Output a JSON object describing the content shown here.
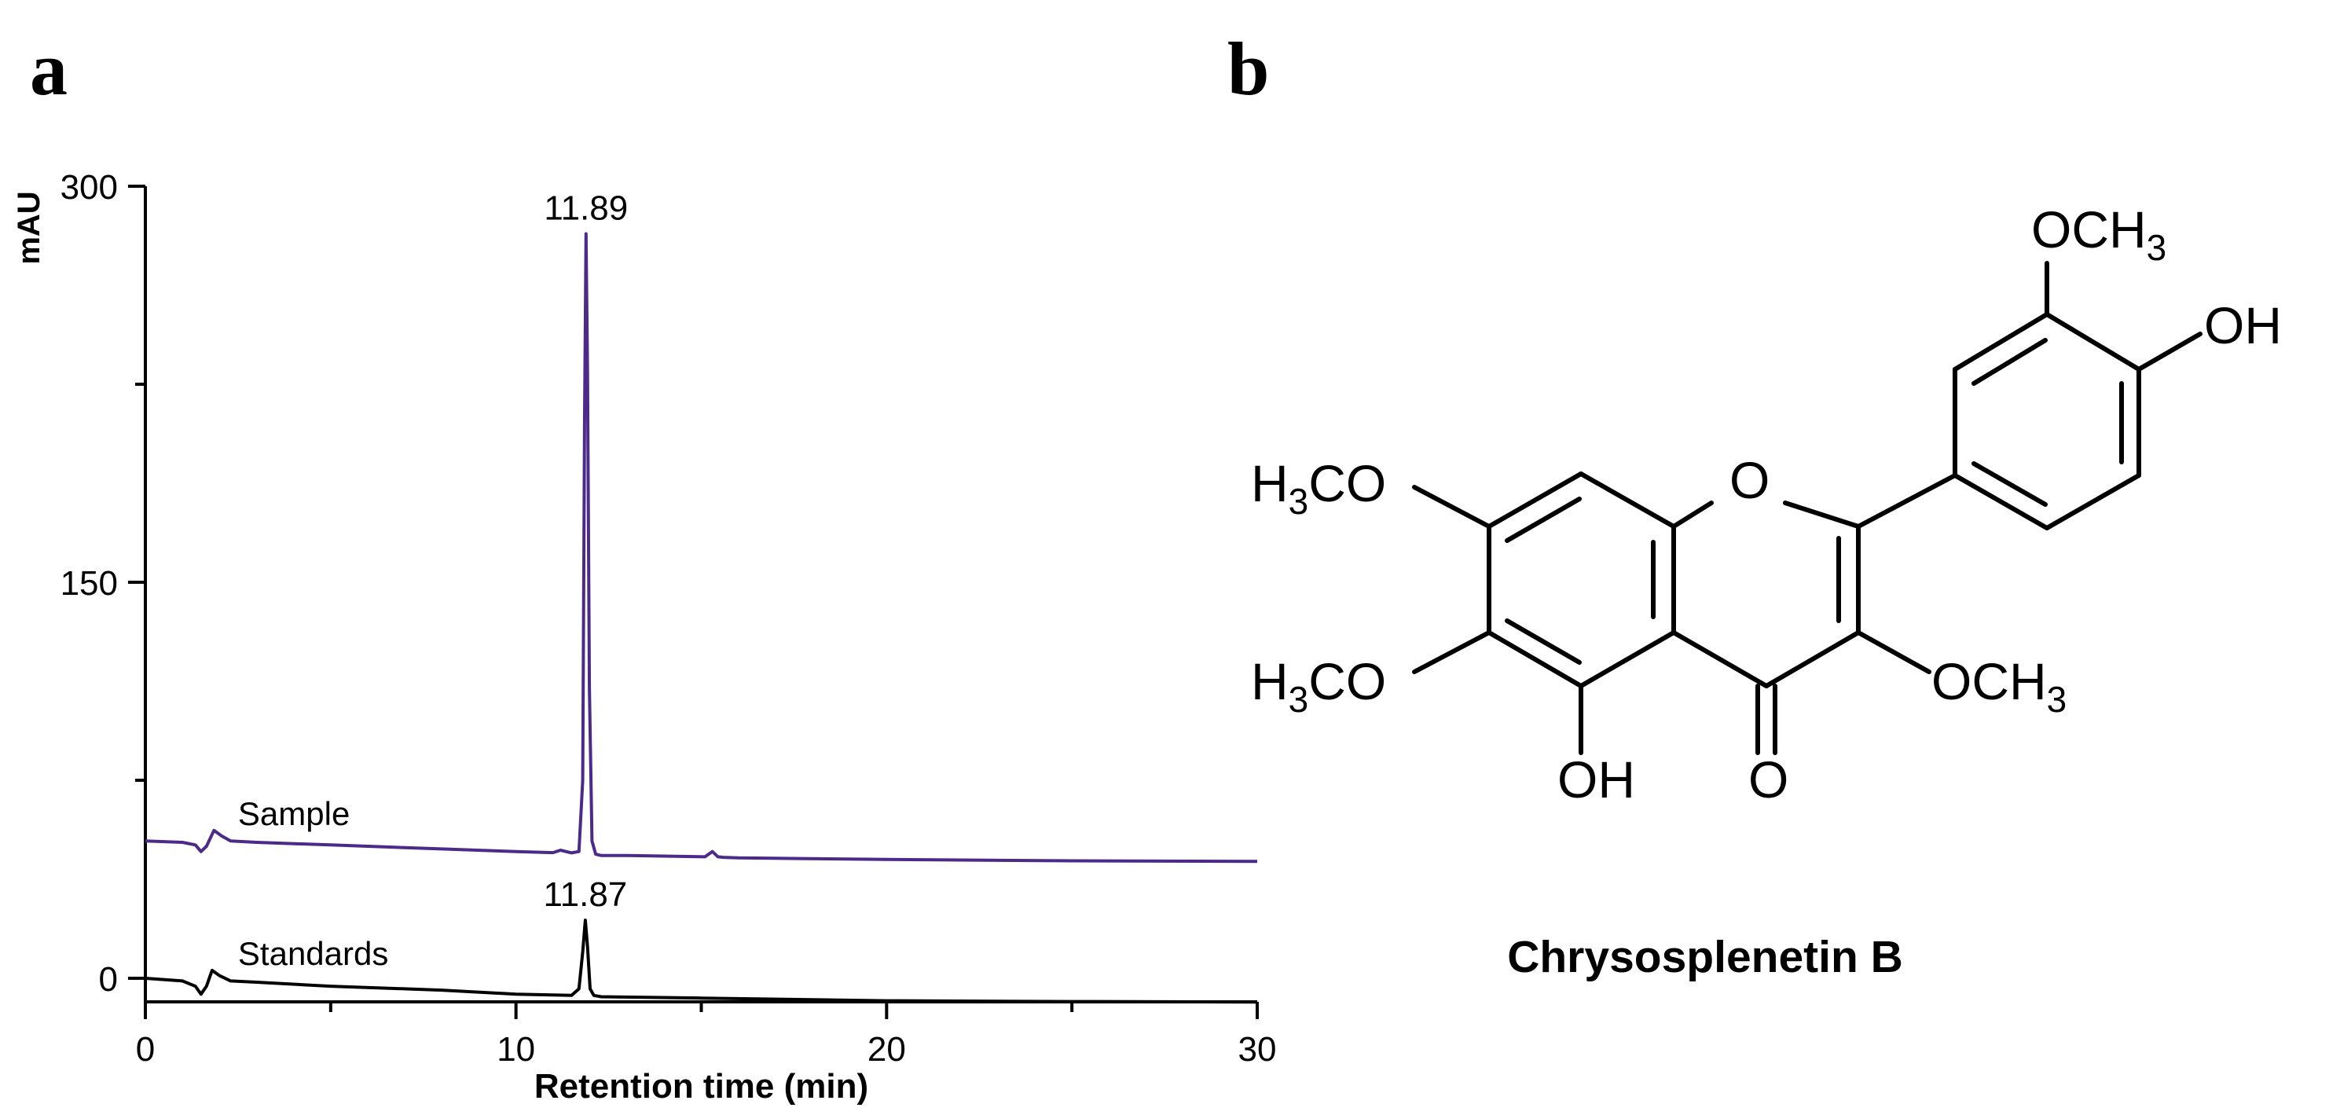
{
  "panels": {
    "a_label": "a",
    "b_label": "b"
  },
  "chart_data": {
    "type": "line",
    "xlabel": "Retention time (min)",
    "ylabel": "mAU",
    "xlim": [
      0,
      30
    ],
    "ylim": [
      -10,
      300
    ],
    "x_ticks": [
      "0",
      "10",
      "20",
      "30"
    ],
    "y_ticks": [
      "0",
      "150",
      "300"
    ],
    "x_tick_values": [
      0,
      10,
      20,
      30
    ],
    "y_tick_values": [
      0,
      150,
      300
    ],
    "grid": false,
    "colors": {
      "sample": "#4b2a8a",
      "standards": "#000000",
      "axis": "#000000"
    },
    "series": [
      {
        "name": "Sample",
        "x": [
          0,
          1.0,
          1.35,
          1.5,
          1.65,
          1.85,
          2.05,
          2.3,
          3,
          5,
          8,
          10,
          11.0,
          11.2,
          11.5,
          11.7,
          11.8,
          11.85,
          11.89,
          11.93,
          11.98,
          12.05,
          12.15,
          12.3,
          13,
          15.1,
          15.3,
          15.45,
          15.6,
          16,
          20,
          25,
          30
        ],
        "y": [
          52,
          51.5,
          50.5,
          48,
          50,
          56,
          54,
          52,
          51.5,
          50.5,
          49,
          48,
          47.6,
          48.5,
          47.5,
          48,
          75,
          210,
          282,
          230,
          110,
          52,
          47,
          46.5,
          46.5,
          46,
          48,
          46,
          45.8,
          45.6,
          45,
          44.5,
          44.3
        ]
      },
      {
        "name": "Standards",
        "x": [
          0,
          1.0,
          1.35,
          1.5,
          1.65,
          1.8,
          2.0,
          2.3,
          3,
          5,
          8,
          10,
          11.5,
          11.7,
          11.8,
          11.87,
          11.93,
          12.0,
          12.1,
          12.3,
          15,
          20,
          25,
          30
        ],
        "y": [
          0,
          -1,
          -3,
          -6,
          -3,
          3,
          1,
          -1,
          -1.5,
          -3,
          -4.5,
          -6,
          -6.5,
          -4,
          10,
          22,
          12,
          -4,
          -6.5,
          -7,
          -7.5,
          -8.5,
          -8.8,
          -9
        ]
      }
    ],
    "annotations": [
      {
        "text": "11.89",
        "x": 11.89,
        "y": 282,
        "series": "Sample"
      },
      {
        "text": "11.87",
        "x": 11.87,
        "y": 22,
        "series": "Standards"
      }
    ]
  },
  "structure": {
    "compound_name": "Chrysosplenetin B",
    "substituents": {
      "och3_top_h": "OCH",
      "och3_top_sub": "3",
      "oh_right": "OH",
      "h3co_1_h": "H",
      "h3co_1_sub": "3",
      "h3co_1_rest": "CO",
      "ring_o": "O",
      "h3co_2_h": "H",
      "h3co_2_sub": "3",
      "h3co_2_rest": "CO",
      "och3_c3_h": "OCH",
      "och3_c3_sub": "3",
      "oh_bottom": "OH",
      "carbonyl_o": "O"
    }
  }
}
